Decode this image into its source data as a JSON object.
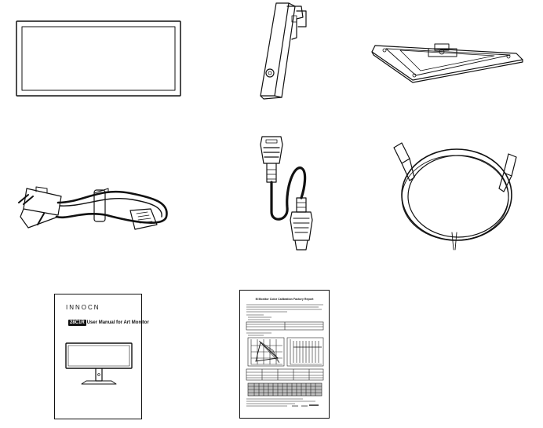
{
  "manual": {
    "logo": "INNOCN",
    "model": "28C1R",
    "title": "User Manual for Art Monitor"
  },
  "report": {
    "title": "M Monitor Color Calibration Factory Report"
  },
  "icons": {
    "monitor": "monitor-panel-icon",
    "stand_arm": "stand-arm-icon",
    "base": "stand-base-icon",
    "power_cable": "power-cable-icon",
    "hdmi_cable": "hdmi-cable-icon",
    "usbc_cable": "usb-c-cable-icon"
  }
}
